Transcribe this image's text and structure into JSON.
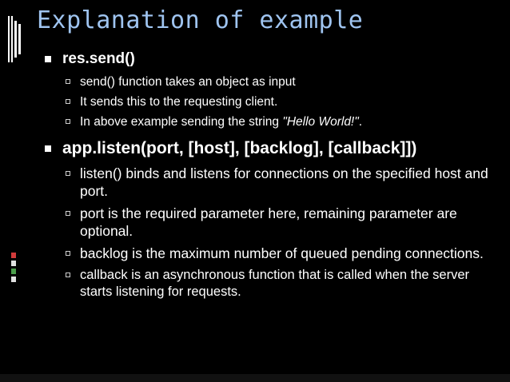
{
  "slide": {
    "title": "Explanation of example",
    "accent_color": "#9fc4f0",
    "background_color": "#000000"
  },
  "bullets": [
    {
      "text": "res.send()",
      "children": [
        {
          "text": "send() function takes an object as input"
        },
        {
          "text": "It sends this to the requesting client."
        },
        {
          "text_before": "In above example sending the string ",
          "text_em": "\"Hello World!\"",
          "text_after": "."
        }
      ]
    },
    {
      "text": "app.listen(port, [host], [backlog], [callback]])",
      "children": [
        {
          "text": "listen() binds and listens for connections on the specified host and port."
        },
        {
          "text": "port is the required parameter here, remaining parameter are optional."
        },
        {
          "text": "backlog is the maximum number of queued pending connections."
        },
        {
          "text": " callback is an asynchronous function that is called when the server starts listening for requests."
        }
      ]
    }
  ]
}
